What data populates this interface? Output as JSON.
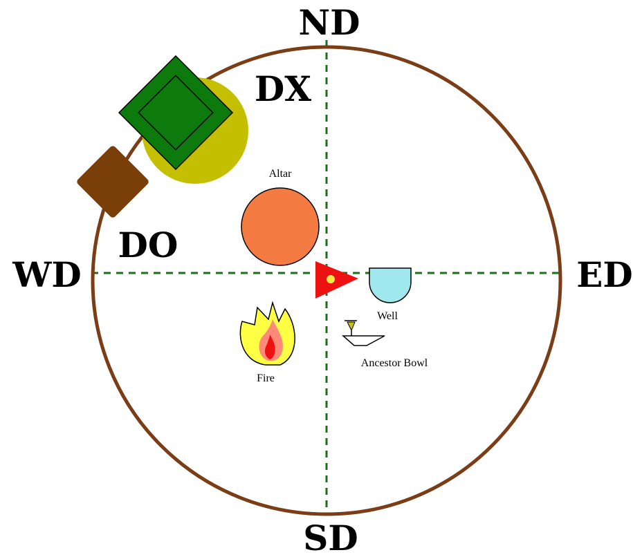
{
  "directions": {
    "north": "ND",
    "south": "SD",
    "east": "ED",
    "west": "WD",
    "dx": "DX",
    "do": "DO"
  },
  "labels": {
    "altar": "Altar",
    "well": "Well",
    "fire": "Fire",
    "ancestor_bowl": "Ancestor Bowl"
  },
  "colors": {
    "circle": "#7a3d16",
    "axes": "#1f6b1f",
    "gate_green": "#0c7a0c",
    "gate_halo": "#c4bf00",
    "brown_block": "#7a3e08",
    "altar": "#f47c42",
    "well": "#9ee8ee",
    "center_marker": "#ee1111",
    "center_dot": "#f5e84a",
    "flame_outer": "#ffff44",
    "flame_mid": "#ff8a7a",
    "flame_inner": "#ee1111",
    "bowl_stand": "#c8c200"
  }
}
